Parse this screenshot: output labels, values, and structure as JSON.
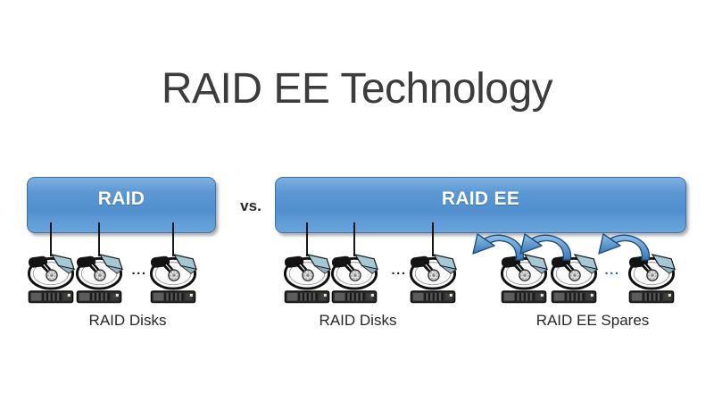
{
  "title": "RAID EE Technology",
  "vs_label": "vs.",
  "raid_panel": {
    "box_label": "RAID",
    "group_label": "RAID Disks",
    "ellipsis": "...",
    "disks_shown": 3
  },
  "raid_ee_panel": {
    "box_label": "RAID EE",
    "disks_group_label": "RAID Disks",
    "spares_group_label": "RAID EE Spares",
    "disks_ellipsis": "...",
    "spares_ellipsis": "...",
    "disks_shown": 3,
    "spares_shown": 3
  },
  "icons": {
    "disk": "hdd-icon",
    "spare_arrow": "failover-arrow-icon"
  },
  "colors": {
    "background": "#FFFFFF",
    "accent_blue_top": "#7DB0E2",
    "accent_blue": "#5190CE",
    "accent_blue_bottom": "#6CA5DC",
    "box_border_blue": "#3E6FA8",
    "box_label_text": "#FFFFFF",
    "arrow_fill_light": "#8FC3EC",
    "arrow_fill_dark": "#3C77B5",
    "arrow_outline": "#1F4E79",
    "title_text": "#3C3C3C",
    "body_text": "#262626",
    "spares_ellipsis_blue": "#2D5B9E"
  }
}
